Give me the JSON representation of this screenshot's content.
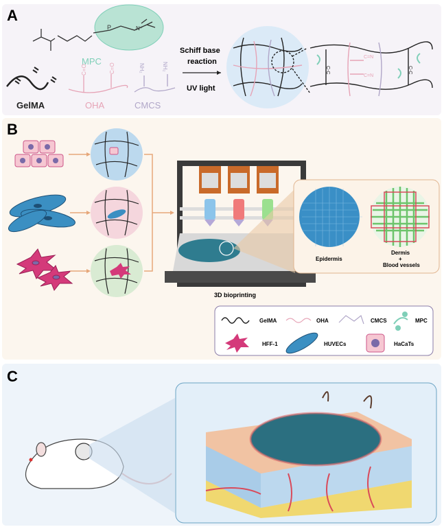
{
  "panels": {
    "a": {
      "letter": "A",
      "mpc": "MPC",
      "gelma": "GelMA",
      "oha": "OHA",
      "cmcs": "CMCS",
      "reaction_line1": "Schiff base",
      "reaction_line2": "reaction",
      "reaction_line3": "UV light",
      "bond_cc": "C-C",
      "bond_cn": "C=N",
      "atom_o": "O",
      "atom_p": "P",
      "atom_n": "N⁺",
      "group_co": "C=O",
      "group_nh2": "NH₂"
    },
    "b": {
      "letter": "B",
      "printing_label": "3D bioprinting",
      "epidermis": "Epidermis",
      "dermis_line1": "Dermis",
      "dermis_line2": "+",
      "dermis_line3": "Blood vessels",
      "legend": {
        "gelma": "GelMA",
        "oha": "OHA",
        "cmcs": "CMCS",
        "mpc": "MPC",
        "hff": "HFF-1",
        "huvec": "HUVECs",
        "hacat": "HaCaTs"
      }
    },
    "c": {
      "letter": "C"
    }
  },
  "colors": {
    "panel_a_bg": "#f6f3f8",
    "panel_b_bg": "#fcf6ee",
    "panel_c_bg": "#eef4fa",
    "mpc": "#7fcfb8",
    "oha": "#e6a3b6",
    "cmcs": "#b0a6c8",
    "arrow": "#e6a77a",
    "epidermis": "#3a8fc6",
    "dermis": "#6cc46b",
    "vessel": "#d94a5a"
  }
}
